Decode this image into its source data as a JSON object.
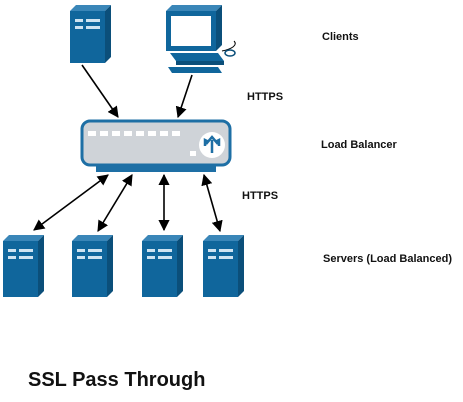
{
  "labels": {
    "clients": "Clients",
    "https_top": "HTTPS",
    "load_balancer": "Load Balancer",
    "https_bottom": "HTTPS",
    "servers": "Servers (Load Balanced)"
  },
  "title": "SSL Pass Through",
  "colors": {
    "server_front": "#10669c",
    "server_side": "#0b4f7a",
    "server_top": "#3a86b8",
    "lb_body": "#cfd3d8",
    "lb_border": "#1e6fa5",
    "arrow": "#000000"
  },
  "icons": {
    "client_server": "tower-server-icon",
    "client_workstation": "workstation-icon",
    "load_balancer": "load-balancer-icon",
    "backend_server": "tower-server-icon"
  }
}
